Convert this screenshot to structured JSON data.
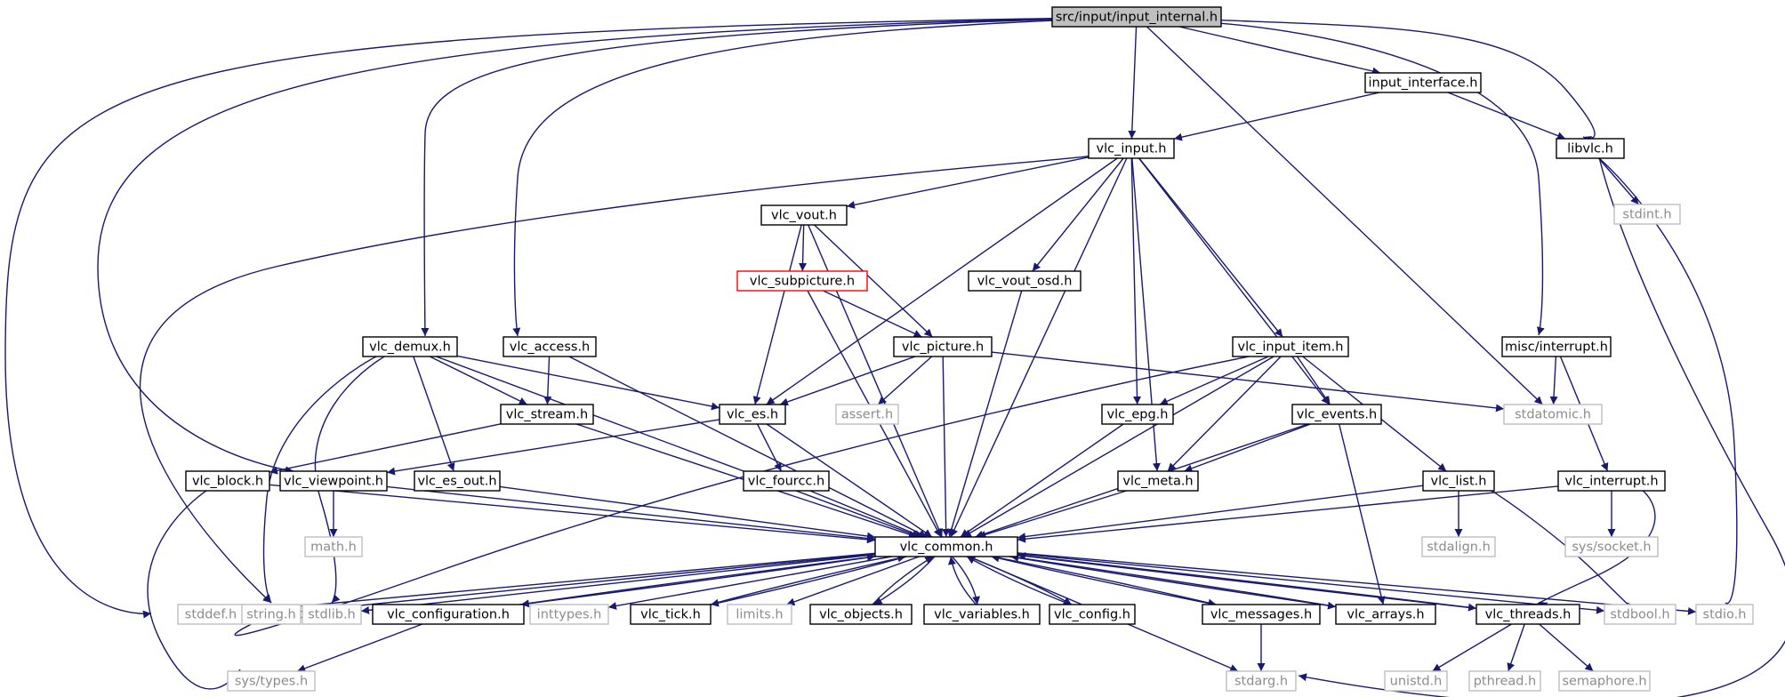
{
  "nodes": [
    {
      "id": "root",
      "label": "src/input/input_internal.h",
      "style": "root"
    },
    {
      "id": "input_interface",
      "label": "input_interface.h",
      "style": "normal"
    },
    {
      "id": "vlc_input",
      "label": "vlc_input.h",
      "style": "normal"
    },
    {
      "id": "libvlc",
      "label": "libvlc.h",
      "style": "normal"
    },
    {
      "id": "stdint",
      "label": "stdint.h",
      "style": "system"
    },
    {
      "id": "vlc_vout",
      "label": "vlc_vout.h",
      "style": "normal"
    },
    {
      "id": "vlc_subpicture",
      "label": "vlc_subpicture.h",
      "style": "missing"
    },
    {
      "id": "vlc_vout_osd",
      "label": "vlc_vout_osd.h",
      "style": "normal"
    },
    {
      "id": "vlc_demux",
      "label": "vlc_demux.h",
      "style": "normal"
    },
    {
      "id": "vlc_access",
      "label": "vlc_access.h",
      "style": "normal"
    },
    {
      "id": "vlc_picture",
      "label": "vlc_picture.h",
      "style": "normal"
    },
    {
      "id": "vlc_input_item",
      "label": "vlc_input_item.h",
      "style": "normal"
    },
    {
      "id": "misc_interrupt",
      "label": "misc/interrupt.h",
      "style": "normal"
    },
    {
      "id": "vlc_stream",
      "label": "vlc_stream.h",
      "style": "normal"
    },
    {
      "id": "vlc_es",
      "label": "vlc_es.h",
      "style": "normal"
    },
    {
      "id": "assert",
      "label": "assert.h",
      "style": "system"
    },
    {
      "id": "vlc_epg",
      "label": "vlc_epg.h",
      "style": "normal"
    },
    {
      "id": "vlc_events",
      "label": "vlc_events.h",
      "style": "normal"
    },
    {
      "id": "stdatomic",
      "label": "stdatomic.h",
      "style": "system"
    },
    {
      "id": "vlc_block",
      "label": "vlc_block.h",
      "style": "normal"
    },
    {
      "id": "vlc_viewpoint",
      "label": "vlc_viewpoint.h",
      "style": "normal"
    },
    {
      "id": "vlc_es_out",
      "label": "vlc_es_out.h",
      "style": "normal"
    },
    {
      "id": "vlc_fourcc",
      "label": "vlc_fourcc.h",
      "style": "normal"
    },
    {
      "id": "vlc_meta",
      "label": "vlc_meta.h",
      "style": "normal"
    },
    {
      "id": "vlc_list",
      "label": "vlc_list.h",
      "style": "normal"
    },
    {
      "id": "vlc_interrupt",
      "label": "vlc_interrupt.h",
      "style": "normal"
    },
    {
      "id": "math",
      "label": "math.h",
      "style": "system"
    },
    {
      "id": "vlc_common",
      "label": "vlc_common.h",
      "style": "normal"
    },
    {
      "id": "stdalign",
      "label": "stdalign.h",
      "style": "system"
    },
    {
      "id": "sys_socket",
      "label": "sys/socket.h",
      "style": "system"
    },
    {
      "id": "stddef",
      "label": "stddef.h",
      "style": "system"
    },
    {
      "id": "string",
      "label": "string.h",
      "style": "system"
    },
    {
      "id": "stdlib",
      "label": "stdlib.h",
      "style": "system"
    },
    {
      "id": "vlc_configuration",
      "label": "vlc_configuration.h",
      "style": "normal"
    },
    {
      "id": "inttypes",
      "label": "inttypes.h",
      "style": "system"
    },
    {
      "id": "vlc_tick",
      "label": "vlc_tick.h",
      "style": "normal"
    },
    {
      "id": "limits",
      "label": "limits.h",
      "style": "system"
    },
    {
      "id": "vlc_objects",
      "label": "vlc_objects.h",
      "style": "normal"
    },
    {
      "id": "vlc_variables",
      "label": "vlc_variables.h",
      "style": "normal"
    },
    {
      "id": "vlc_config",
      "label": "vlc_config.h",
      "style": "normal"
    },
    {
      "id": "vlc_messages",
      "label": "vlc_messages.h",
      "style": "normal"
    },
    {
      "id": "vlc_arrays",
      "label": "vlc_arrays.h",
      "style": "normal"
    },
    {
      "id": "vlc_threads",
      "label": "vlc_threads.h",
      "style": "normal"
    },
    {
      "id": "stdbool",
      "label": "stdbool.h",
      "style": "system"
    },
    {
      "id": "stdio",
      "label": "stdio.h",
      "style": "system"
    },
    {
      "id": "sys_types",
      "label": "sys/types.h",
      "style": "system"
    },
    {
      "id": "stdarg",
      "label": "stdarg.h",
      "style": "system"
    },
    {
      "id": "unistd",
      "label": "unistd.h",
      "style": "system"
    },
    {
      "id": "pthread",
      "label": "pthread.h",
      "style": "system"
    },
    {
      "id": "semaphore",
      "label": "semaphore.h",
      "style": "system"
    }
  ],
  "edges": [
    [
      "root",
      "input_interface"
    ],
    [
      "root",
      "vlc_input"
    ],
    [
      "root",
      "libvlc"
    ],
    [
      "root",
      "misc_interrupt"
    ],
    [
      "root",
      "stdatomic"
    ],
    [
      "root",
      "vlc_demux"
    ],
    [
      "root",
      "vlc_access"
    ],
    [
      "root",
      "vlc_viewpoint"
    ],
    [
      "root",
      "stddef"
    ],
    [
      "input_interface",
      "vlc_input"
    ],
    [
      "input_interface",
      "libvlc"
    ],
    [
      "libvlc",
      "stdint"
    ],
    [
      "libvlc",
      "stdio"
    ],
    [
      "libvlc",
      "stdarg"
    ],
    [
      "vlc_input",
      "vlc_vout"
    ],
    [
      "vlc_input",
      "vlc_vout_osd"
    ],
    [
      "vlc_input",
      "vlc_es"
    ],
    [
      "vlc_input",
      "vlc_epg"
    ],
    [
      "vlc_input",
      "vlc_events"
    ],
    [
      "vlc_input",
      "vlc_input_item"
    ],
    [
      "vlc_input",
      "vlc_meta"
    ],
    [
      "vlc_input",
      "vlc_common"
    ],
    [
      "vlc_input",
      "string"
    ],
    [
      "vlc_vout",
      "vlc_subpicture"
    ],
    [
      "vlc_vout",
      "vlc_picture"
    ],
    [
      "vlc_vout",
      "vlc_es"
    ],
    [
      "vlc_vout",
      "vlc_common"
    ],
    [
      "vlc_subpicture",
      "vlc_picture"
    ],
    [
      "vlc_subpicture",
      "vlc_common"
    ],
    [
      "vlc_vout_osd",
      "vlc_common"
    ],
    [
      "vlc_picture",
      "vlc_es"
    ],
    [
      "vlc_picture",
      "assert"
    ],
    [
      "vlc_picture",
      "stdatomic"
    ],
    [
      "vlc_picture",
      "vlc_common"
    ],
    [
      "vlc_demux",
      "vlc_es"
    ],
    [
      "vlc_demux",
      "vlc_stream"
    ],
    [
      "vlc_demux",
      "vlc_es_out"
    ],
    [
      "vlc_demux",
      "vlc_common"
    ],
    [
      "vlc_demux",
      "string"
    ],
    [
      "vlc_demux",
      "stdlib"
    ],
    [
      "vlc_access",
      "vlc_stream"
    ],
    [
      "vlc_access",
      "vlc_common"
    ],
    [
      "vlc_stream",
      "vlc_block"
    ],
    [
      "vlc_stream",
      "vlc_common"
    ],
    [
      "vlc_es",
      "vlc_viewpoint"
    ],
    [
      "vlc_es",
      "vlc_fourcc"
    ],
    [
      "vlc_es",
      "vlc_common"
    ],
    [
      "vlc_input_item",
      "vlc_epg"
    ],
    [
      "vlc_input_item",
      "vlc_events"
    ],
    [
      "vlc_input_item",
      "vlc_meta"
    ],
    [
      "vlc_input_item",
      "vlc_list"
    ],
    [
      "vlc_input_item",
      "vlc_common"
    ],
    [
      "vlc_input_item",
      "string"
    ],
    [
      "vlc_epg",
      "vlc_common"
    ],
    [
      "vlc_events",
      "vlc_meta"
    ],
    [
      "vlc_events",
      "vlc_arrays"
    ],
    [
      "vlc_events",
      "vlc_common"
    ],
    [
      "misc_interrupt",
      "stdatomic"
    ],
    [
      "misc_interrupt",
      "vlc_interrupt"
    ],
    [
      "vlc_interrupt",
      "sys_socket"
    ],
    [
      "vlc_interrupt",
      "vlc_threads"
    ],
    [
      "vlc_interrupt",
      "vlc_common"
    ],
    [
      "vlc_list",
      "stdalign"
    ],
    [
      "vlc_list",
      "stdbool"
    ],
    [
      "vlc_list",
      "vlc_common"
    ],
    [
      "vlc_block",
      "sys_types"
    ],
    [
      "vlc_block",
      "vlc_common"
    ],
    [
      "vlc_viewpoint",
      "math"
    ],
    [
      "vlc_viewpoint",
      "vlc_common"
    ],
    [
      "vlc_es_out",
      "vlc_common"
    ],
    [
      "vlc_fourcc",
      "vlc_common"
    ],
    [
      "vlc_meta",
      "vlc_common"
    ],
    [
      "vlc_common",
      "stddef"
    ],
    [
      "vlc_common",
      "string"
    ],
    [
      "vlc_common",
      "stdlib"
    ],
    [
      "vlc_common",
      "vlc_configuration"
    ],
    [
      "vlc_common",
      "inttypes"
    ],
    [
      "vlc_common",
      "vlc_tick"
    ],
    [
      "vlc_common",
      "limits"
    ],
    [
      "vlc_common",
      "vlc_objects"
    ],
    [
      "vlc_common",
      "vlc_variables"
    ],
    [
      "vlc_common",
      "vlc_config"
    ],
    [
      "vlc_common",
      "vlc_messages"
    ],
    [
      "vlc_common",
      "vlc_arrays"
    ],
    [
      "vlc_common",
      "vlc_threads"
    ],
    [
      "vlc_common",
      "stdbool"
    ],
    [
      "vlc_common",
      "stdio"
    ],
    [
      "vlc_common",
      "stdarg"
    ],
    [
      "vlc_configuration",
      "vlc_common"
    ],
    [
      "vlc_configuration",
      "sys_types"
    ],
    [
      "vlc_tick",
      "vlc_common"
    ],
    [
      "vlc_objects",
      "vlc_common"
    ],
    [
      "vlc_variables",
      "vlc_common"
    ],
    [
      "vlc_config",
      "vlc_common"
    ],
    [
      "vlc_messages",
      "vlc_common"
    ],
    [
      "vlc_messages",
      "stdarg"
    ],
    [
      "vlc_arrays",
      "vlc_common"
    ],
    [
      "vlc_threads",
      "vlc_common"
    ],
    [
      "vlc_threads",
      "unistd"
    ],
    [
      "vlc_threads",
      "pthread"
    ],
    [
      "vlc_threads",
      "semaphore"
    ]
  ]
}
